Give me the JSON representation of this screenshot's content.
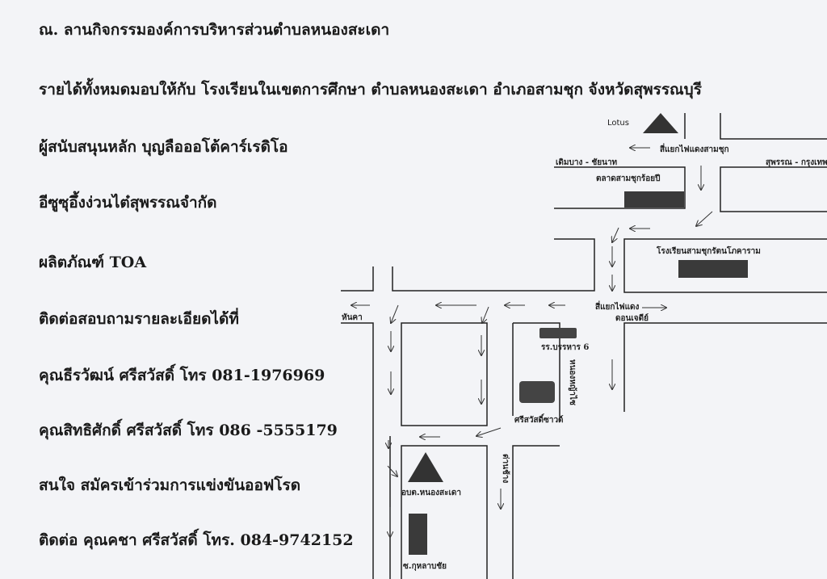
{
  "text": {
    "title": "ณ.  ลานกิจกรรมองค์การบริหารส่วนตำบลหนองสะเดา",
    "income": "รายได้ทั้งหมดมอบให้กับ โรงเรียนในเขตการศึกษา ตำบลหนองสะเดา อำเภอสามชุก จังหวัดสุพรรณบุรี",
    "sponsor": "ผู้สนับสนุนหลัก  บุญลือออโต้คาร์เรดิโอ",
    "sponsor2": "อีซูซุอึ้งง่วนไต๋สุพรรณจำกัด",
    "product": "ผลิตภัณฑ์  TOA",
    "contact_heading": "ติดต่อสอบถามรายละเอียดได้ที่",
    "contact1": "คุณธีรวัฒน์   ศรีสวัสดิ์  โทร  081-1976969",
    "contact2": "คุณสิทธิศักดิ์   ศรีสวัสดิ์  โทร  086 -5555179",
    "apply": "สนใจ  สมัครเข้าร่วมการแข่งขันออฟโรด",
    "contact3": "ติดต่อ  คุณคชา   ศรีสวัสดิ์   โทร.  084-9742152"
  },
  "map": {
    "lotus": "Lotus",
    "junction_samchuk": "สี่แยกไฟแดงสามชุก",
    "road_left_top": "เดิมบาง - ชัยนาท",
    "road_right_top": "สุพรรณ - กรุงเทพ",
    "market": "ตลาดสามชุกร้อยปี",
    "school": "โรงเรียนสามชุกรัตนโภคาราม",
    "junction": "สี่แยกไฟแดง",
    "road_left": "หันคา",
    "road_right": "ดอนเจดีย์",
    "school6": "รร.บรรหาร 6",
    "road_nongyai": "หนองหญ้าไซ",
    "srisawat": "ศรีสวัสดิ์ซาวด์",
    "road_danchang": "ด่านช้าง",
    "obt": "อบต.หนองสะเดา",
    "soi": "ซ.กุหลาบชัย"
  }
}
